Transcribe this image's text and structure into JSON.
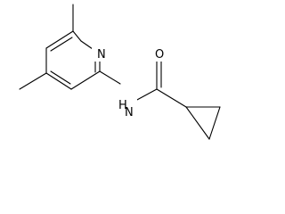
{
  "molecule": {
    "atoms": {
      "ring_nitrogen": "N",
      "amide_nitrogen": "N",
      "amide_hydrogen": "H",
      "carbonyl_oxygen": "O"
    }
  }
}
